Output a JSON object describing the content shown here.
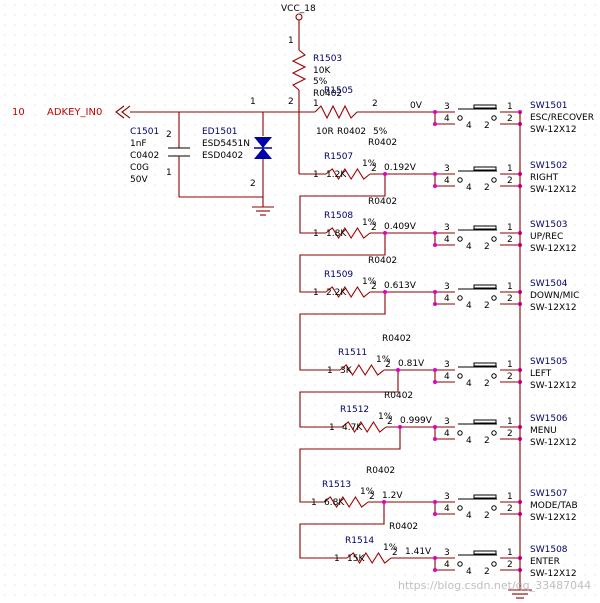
{
  "supply": {
    "label": "VCC_18"
  },
  "input": {
    "pin": "10",
    "net": "ADKEY_IN0"
  },
  "pullup": {
    "ref": "R1503",
    "value": "10K",
    "tol": "5%",
    "pkg": "R0402",
    "pin1": "1",
    "pin2": "2"
  },
  "series": {
    "ref": "R1505",
    "value": "10R",
    "pkg": "R0402",
    "tol": "5%",
    "pin1": "1",
    "pin2": "2"
  },
  "cap": {
    "ref": "C1501",
    "value": "1nF",
    "pkg": "C0402",
    "diel": "C0G",
    "volt": "50V",
    "pin1": "1",
    "pin2": "2"
  },
  "esd": {
    "ref": "ED1501",
    "part": "ESD5451N",
    "pkg": "ESD0402",
    "pin1": "1",
    "pin2": "2"
  },
  "first_switch": {
    "ref": "SW1501",
    "name": "ESC/RECOVER",
    "part": "SW-12X12",
    "volt": "0V",
    "p3": "3",
    "p4": "4",
    "p1": "1",
    "p2": "2"
  },
  "ladder": [
    {
      "r_ref": "R1507",
      "r_val": "1.2K",
      "pkg": "R0402",
      "tol": "1%",
      "volt": "0.192V",
      "sw_ref": "SW1502",
      "sw_name": "RIGHT",
      "sw_part": "SW-12X12",
      "p3": "3",
      "p4": "4",
      "p1": "1",
      "p2": "2",
      "rp1": "1",
      "rp2": "2"
    },
    {
      "r_ref": "R1508",
      "r_val": "1.8K",
      "pkg": "R0402",
      "tol": "1%",
      "volt": "0.409V",
      "sw_ref": "SW1503",
      "sw_name": "UP/REC",
      "sw_part": "SW-12X12",
      "p3": "3",
      "p4": "4",
      "p1": "1",
      "p2": "2",
      "rp1": "1",
      "rp2": "2"
    },
    {
      "r_ref": "R1509",
      "r_val": "2.2K",
      "pkg": "R0402",
      "tol": "1%",
      "volt": "0.613V",
      "sw_ref": "SW1504",
      "sw_name": "DOWN/MIC",
      "sw_part": "SW-12X12",
      "p3": "3",
      "p4": "4",
      "p1": "1",
      "p2": "2",
      "rp1": "1",
      "rp2": "2"
    },
    {
      "r_ref": "R1511",
      "r_val": "3K",
      "pkg": "R0402",
      "tol": "1%",
      "volt": "0.81V",
      "sw_ref": "SW1505",
      "sw_name": "LEFT",
      "sw_part": "SW-12X12",
      "p3": "3",
      "p4": "4",
      "p1": "1",
      "p2": "2",
      "rp1": "1",
      "rp2": "2"
    },
    {
      "r_ref": "R1512",
      "r_val": "4.7K",
      "pkg": "R0402",
      "tol": "1%",
      "volt": "0.999V",
      "sw_ref": "SW1506",
      "sw_name": "MENU",
      "sw_part": "SW-12X12",
      "p3": "3",
      "p4": "4",
      "p1": "1",
      "p2": "2",
      "rp1": "1",
      "rp2": "2"
    },
    {
      "r_ref": "R1513",
      "r_val": "6.8K",
      "pkg": "R0402",
      "tol": "1%",
      "volt": "1.2V",
      "sw_ref": "SW1507",
      "sw_name": "MODE/TAB",
      "sw_part": "SW-12X12",
      "p3": "3",
      "p4": "4",
      "p1": "1",
      "p2": "2",
      "rp1": "1",
      "rp2": "2"
    },
    {
      "r_ref": "R1514",
      "r_val": "15K",
      "pkg": "R0402",
      "tol": "1%",
      "volt": "1.41V",
      "sw_ref": "SW1508",
      "sw_name": "ENTER",
      "sw_part": "SW-12X12",
      "p3": "3",
      "p4": "4",
      "p1": "1",
      "p2": "2",
      "rp1": "1",
      "rp2": "2"
    }
  ],
  "watermark": "https://blog.csdn.net/qq_33487044",
  "colors": {
    "wire": "#8b0000",
    "junction": "#e000c0",
    "net": "#c00000"
  }
}
